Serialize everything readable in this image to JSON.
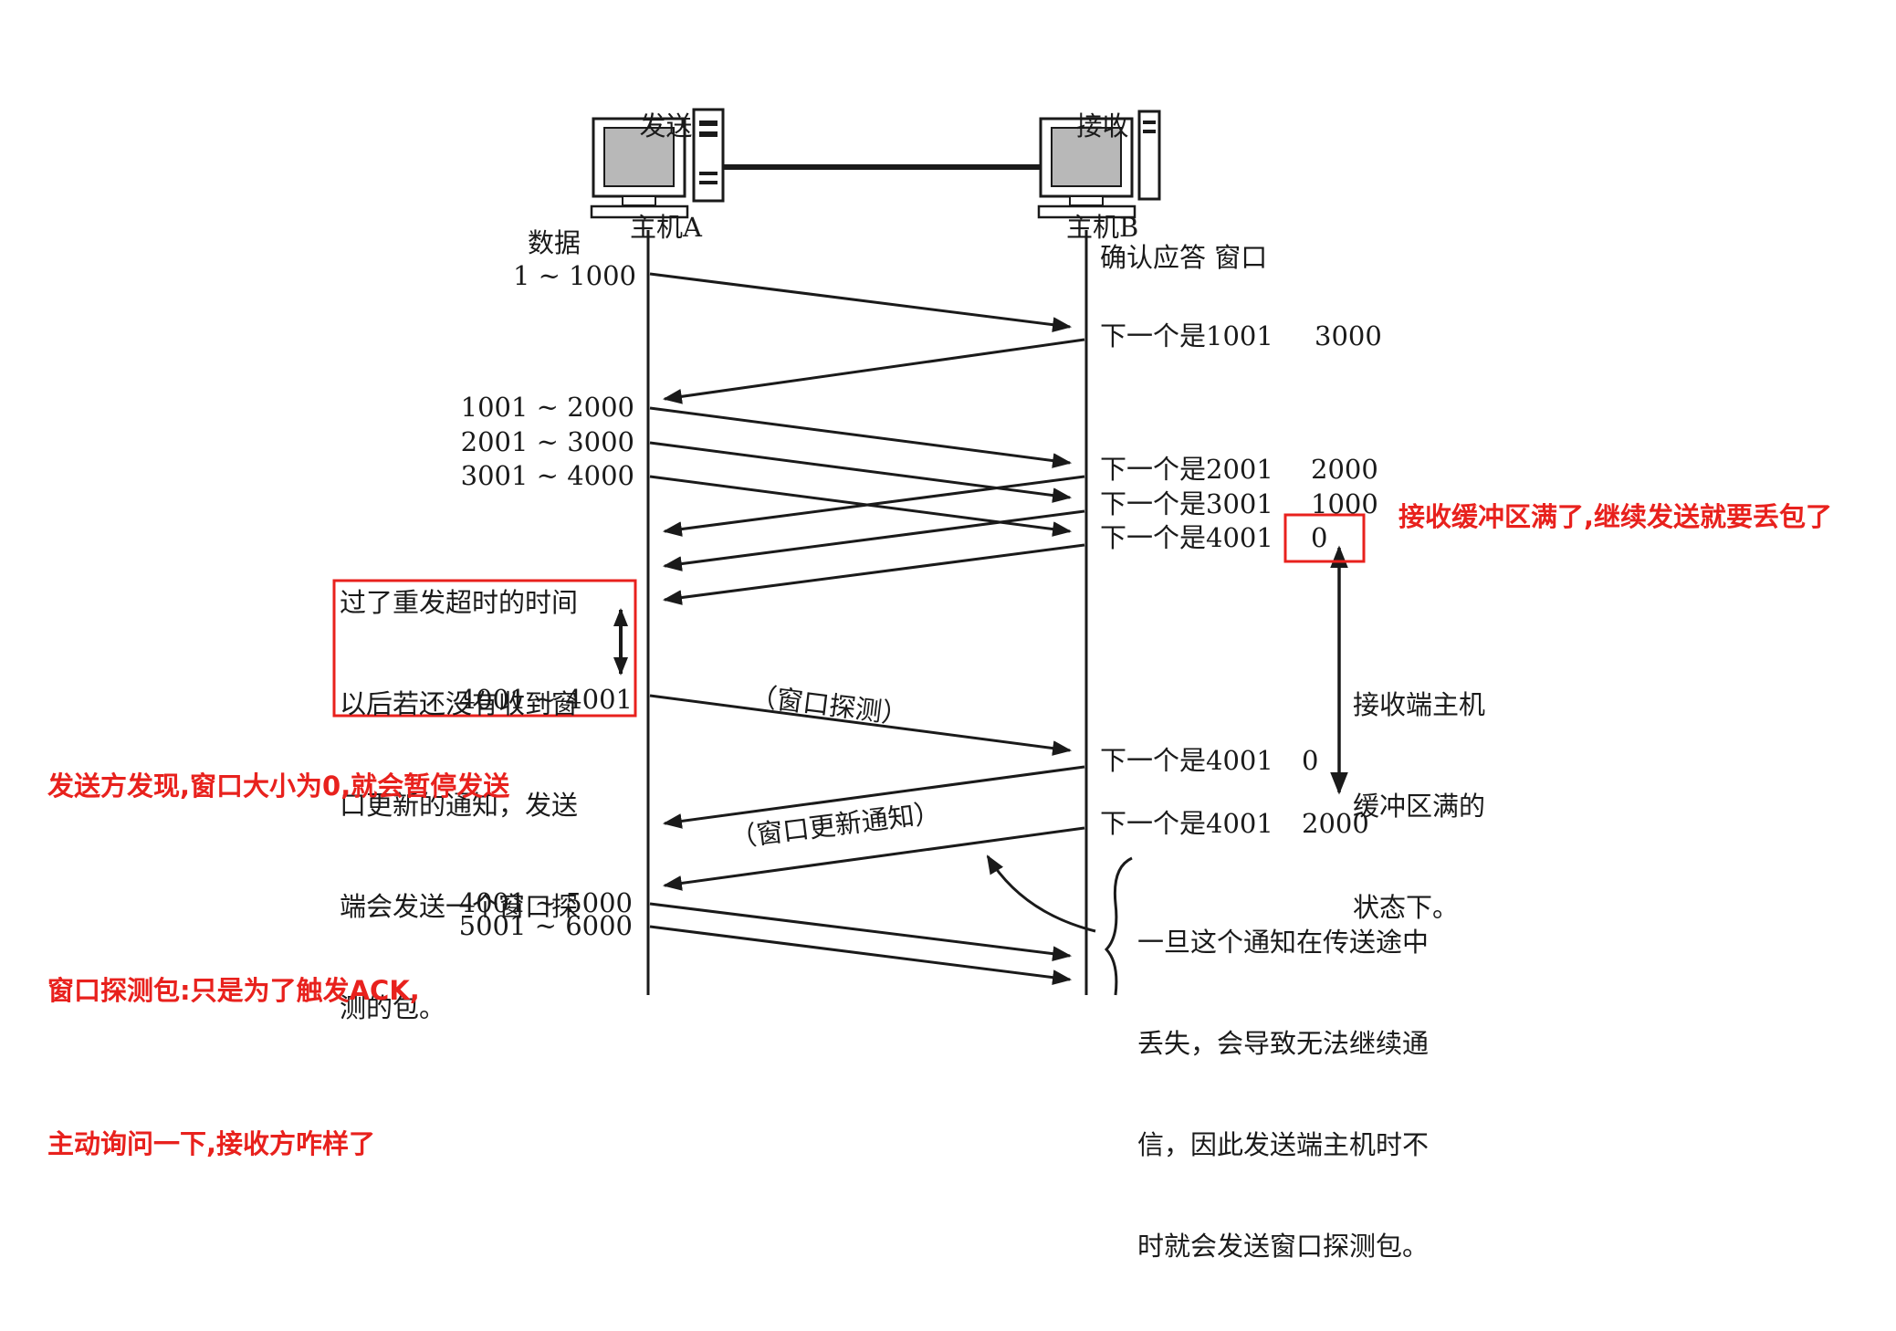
{
  "hosts": {
    "sender": {
      "line1": "发送",
      "line2": "主机A"
    },
    "receiver": {
      "line1": "接收",
      "line2": "主机B"
    }
  },
  "headers": {
    "data": "数据",
    "ack_window": "确认应答 窗口"
  },
  "segments": [
    "1 ~ 1000",
    "1001 ~ 2000",
    "2001 ~ 3000",
    "3001 ~ 4000",
    "4001 ~ 4001",
    "4001 ~ 5000",
    "5001 ~ 6000"
  ],
  "acks": [
    {
      "next": "下一个是1001",
      "window": "3000"
    },
    {
      "next": "下一个是2001",
      "window": "2000"
    },
    {
      "next": "下一个是3001",
      "window": "1000"
    },
    {
      "next": "下一个是4001",
      "window": "0"
    },
    {
      "next": "下一个是4001",
      "window": "0"
    },
    {
      "next": "下一个是4001",
      "window": "2000"
    }
  ],
  "notes": {
    "timeout": [
      "过了重发超时的时间",
      "以后若还没有收到窗",
      "口更新的通知，发送",
      "端会发送一个窗口探",
      "测的包。"
    ],
    "buffer_full": [
      "接收端主机",
      "缓冲区满的",
      "状态下。"
    ],
    "lost": [
      "一旦这个通知在传送途中",
      "丢失，会导致无法继续通",
      "信，因此发送端主机时不",
      "时就会发送窗口探测包。"
    ],
    "probe_label": "（窗口探测）",
    "update_label": "（窗口更新通知）"
  },
  "annotations": {
    "buffer_full": "接收缓冲区满了,继续发送就要丢包了",
    "pause": "发送方发现,窗口大小为0,就会暂停发送",
    "probe_line1": "窗口探测包:只是为了触发ACK,",
    "probe_line2": "主动询问一下,接收方咋样了"
  },
  "colors": {
    "ink": "#1a1a1a",
    "highlight": "#e8211d",
    "screen": "#b8b8b8",
    "background": "#ffffff"
  },
  "icons": [
    "computer-icon",
    "computer-icon"
  ]
}
